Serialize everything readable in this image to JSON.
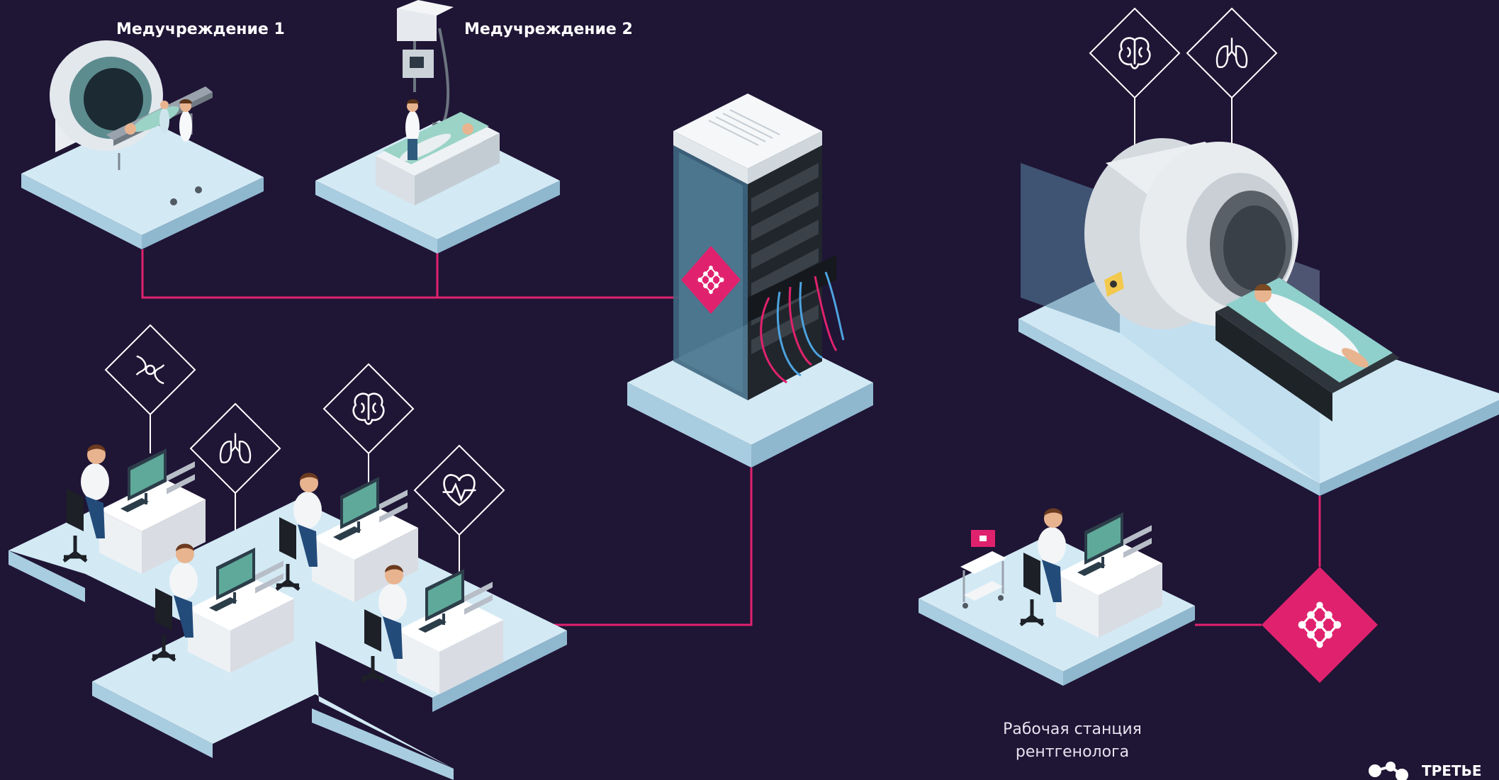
{
  "labels": {
    "facility_1": "Медучреждение 1",
    "facility_2": "Медучреждение 2",
    "workstation_line_1": "Рабочая станция",
    "workstation_line_2": "рентгенолога"
  },
  "brand": {
    "text": "ТРЕТЬЕ"
  },
  "icons": {
    "top_right": [
      "brain-icon",
      "lungs-icon"
    ],
    "doctors": [
      "joint-icon",
      "lungs-icon",
      "brain-icon",
      "heart-pulse-icon"
    ],
    "ai_badge": "ai-network-icon"
  },
  "colors": {
    "background": "#1f1535",
    "connector": "#e0226e",
    "platform_top": "#d3eaf5",
    "platform_side": "#9ec4d8",
    "ai_badge": "#e0226e"
  }
}
